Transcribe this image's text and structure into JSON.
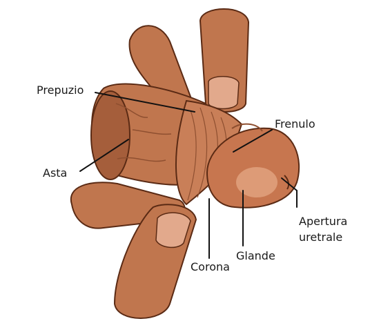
{
  "colors": {
    "skin": "#c0764e",
    "skin_dark": "#8e4f30",
    "skin_light": "#d99b74",
    "glans": "#c7764f",
    "glans_light": "#e0a27e",
    "nail": "#e2a98c",
    "outline": "#5a2a14",
    "leader": "#111111",
    "text": "#1a1a1a",
    "background": "#ffffff"
  },
  "labels": {
    "prepuzio": "Prepuzio",
    "frenulo": "Frenulo",
    "asta": "Asta",
    "apertura_line1": "Apertura",
    "apertura_line2": "uretrale",
    "glande": "Glande",
    "corona": "Corona"
  }
}
